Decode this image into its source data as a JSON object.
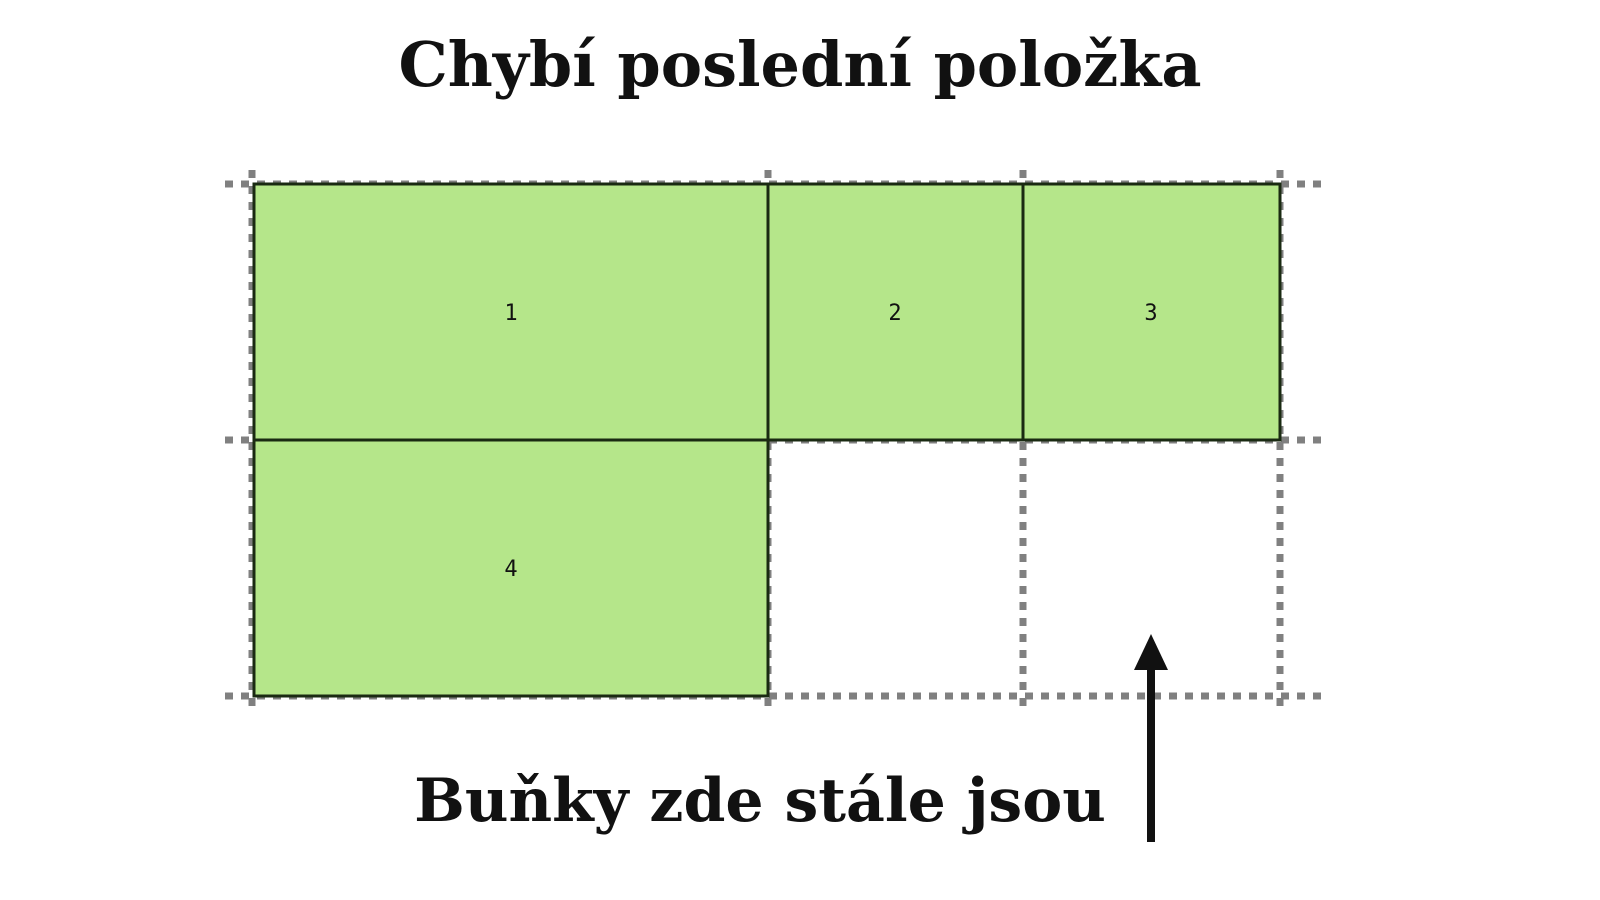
{
  "title": "Chybí poslední položka",
  "caption": "Buňky zde stále jsou",
  "grid": {
    "columns": 4,
    "rows": 2,
    "line_color": "#808080"
  },
  "items": [
    {
      "label": "1",
      "col_span": 2,
      "row": 1,
      "col": 1
    },
    {
      "label": "2",
      "col_span": 1,
      "row": 1,
      "col": 3
    },
    {
      "label": "3",
      "col_span": 1,
      "row": 1,
      "col": 4
    },
    {
      "label": "4",
      "col_span": 2,
      "row": 2,
      "col": 1
    }
  ],
  "colors": {
    "item_fill": "#b5e68a",
    "item_border": "#1a2a12",
    "arrow": "#111111"
  },
  "annotation": {
    "type": "arrow",
    "points_to": "empty-cell-row-2-col-4"
  }
}
